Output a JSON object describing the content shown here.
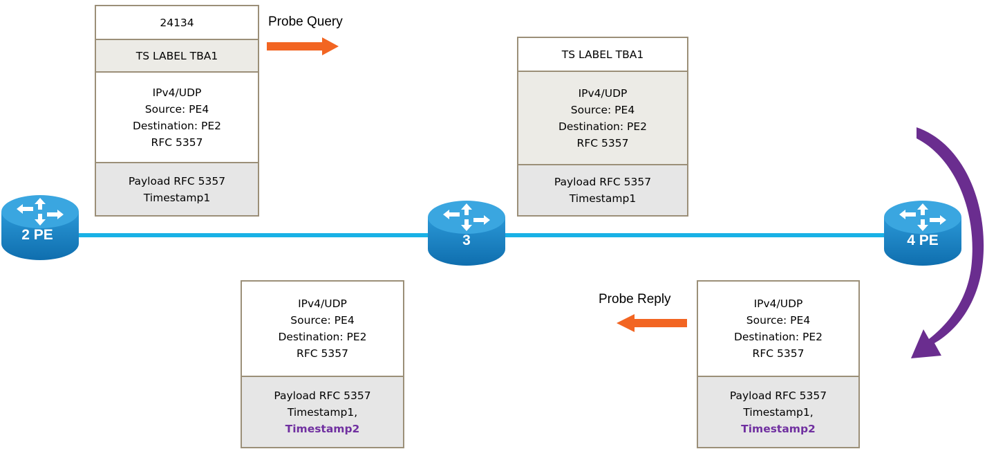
{
  "routers": {
    "pe2": {
      "label": "2 PE"
    },
    "p3": {
      "label": "3"
    },
    "pe4": {
      "label": "4 PE"
    }
  },
  "captions": {
    "probe_query": "Probe Query",
    "probe_reply": "Probe Reply"
  },
  "packets": {
    "query_at_pe4": {
      "label_top": "24134",
      "ts_label": "TS LABEL TBA1",
      "ip_header": [
        "IPv4/UDP",
        "Source: PE4",
        "Destination: PE2",
        "RFC 5357"
      ],
      "payload": [
        "Payload RFC 5357",
        "Timestamp1"
      ]
    },
    "query_at_p3": {
      "ts_label": "TS LABEL TBA1",
      "ip_header": [
        "IPv4/UDP",
        "Source: PE4",
        "Destination: PE2",
        "RFC 5357"
      ],
      "payload": [
        "Payload RFC 5357",
        "Timestamp1"
      ]
    },
    "reply_at_p3": {
      "ip_header": [
        "IPv4/UDP",
        "Source: PE4",
        "Destination: PE2",
        "RFC 5357"
      ],
      "payload": [
        "Payload RFC 5357",
        "Timestamp1,",
        "Timestamp2"
      ]
    },
    "reply_at_pe4": {
      "ip_header": [
        "IPv4/UDP",
        "Source: PE4",
        "Destination: PE2",
        "RFC 5357"
      ],
      "payload": [
        "Payload RFC 5357",
        "Timestamp1,",
        "Timestamp2"
      ]
    }
  },
  "colors": {
    "link": "#19b1e6",
    "router": "#1a82c4",
    "arrow_orange": "#f26522",
    "loop_arrow": "#6a2d8f",
    "timestamp2": "#7030a0",
    "border": "#9b8f78"
  }
}
